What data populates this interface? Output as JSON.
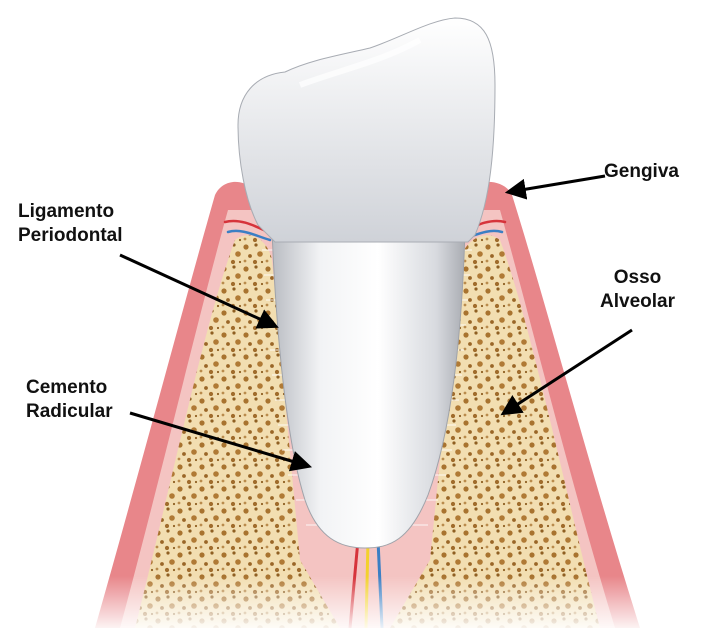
{
  "labels": {
    "ligamento": [
      "Ligamento",
      "Periodontal"
    ],
    "cemento": [
      "Cemento",
      "Radicular"
    ],
    "gengiva": [
      "Gengiva"
    ],
    "osso": [
      "Osso",
      "Alveolar"
    ]
  },
  "colors": {
    "gum": "#e8868a",
    "gum_light": "#f4c4c2",
    "bone": "#f3dfb3",
    "bone_pore": "#b07a35",
    "tooth": "#e6e8ec",
    "arrow": "#000000"
  },
  "icons": [
    "arrow",
    "tooth",
    "blood-vessel"
  ]
}
